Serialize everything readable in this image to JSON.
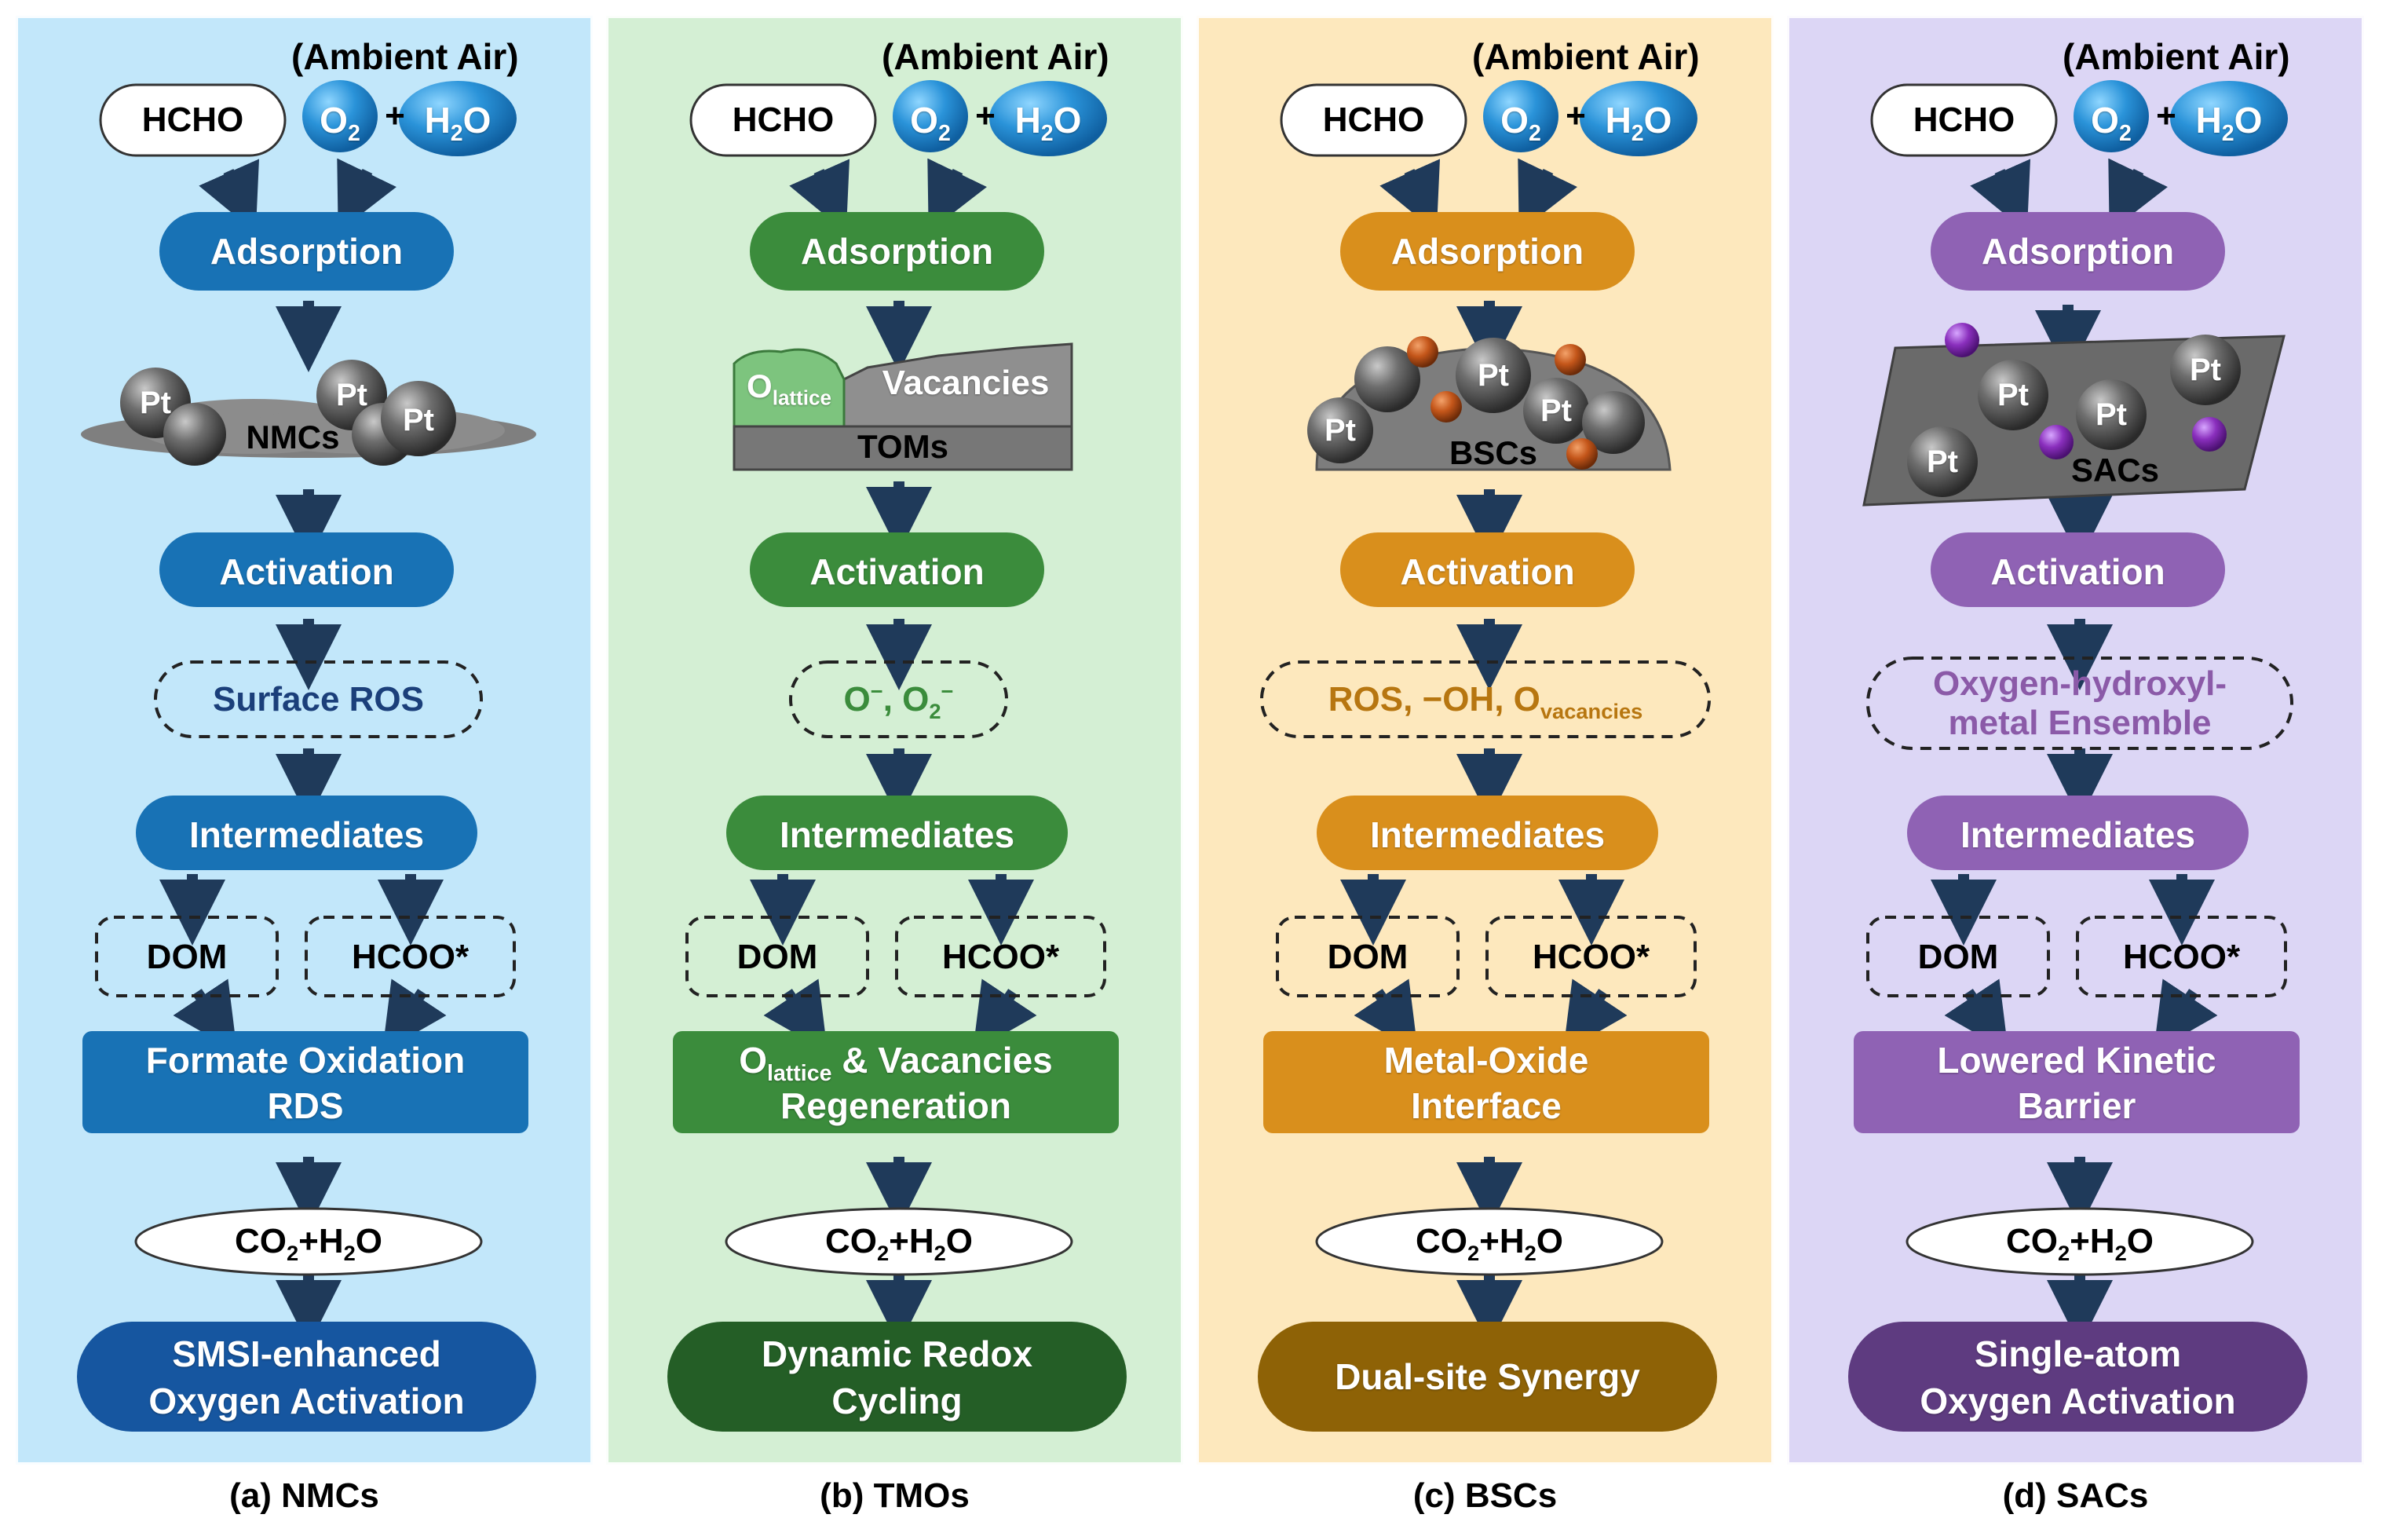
{
  "common": {
    "ambient": "(Ambient Air)",
    "hcho": "HCHO",
    "o2": {
      "main": "O",
      "sub": "2"
    },
    "plus": "+",
    "h2o": {
      "a": "H",
      "sub": "2",
      "b": "O"
    },
    "adsorption": "Adsorption",
    "activation": "Activation",
    "intermediates": "Intermediates",
    "dom": "DOM",
    "hcoo": "HCOO*",
    "product": {
      "a": "CO",
      "sub1": "2",
      "b": "+H",
      "sub2": "2",
      "c": "O"
    },
    "pt": "Pt",
    "o_atom": "O",
    "oh": "-OH"
  },
  "panels": [
    {
      "caption": "(a) NMCs",
      "bg": "#c2e7fa",
      "accent": "#1872b5",
      "final_color": "#1656a0",
      "text_color": "#1b3f7a",
      "support_label": "NMCs",
      "species": "Surface ROS",
      "step": [
        "Formate Oxidation",
        "RDS"
      ],
      "final": [
        "SMSI-enhanced",
        "Oxygen Activation"
      ]
    },
    {
      "caption": "(b) TMOs",
      "bg": "#d4efd4",
      "accent": "#3b8c3c",
      "final_color": "#245e26",
      "text_color": "#3b8c3c",
      "support_label": "TOMs",
      "lattice": {
        "main": "O",
        "sub": "lattice"
      },
      "vacancies": "Vacancies",
      "species": {
        "a": "O",
        "sup1": "−",
        "b": ", O",
        "sub": "2",
        "sup2": "−"
      },
      "step": {
        "o": "O",
        "sub": "lattice",
        "rest": " & Vacancies",
        "line2": "Regeneration"
      },
      "final": [
        "Dynamic Redox",
        "Cycling"
      ]
    },
    {
      "caption": "(c) BSCs",
      "bg": "#fde8bd",
      "accent": "#d98f1c",
      "final_color": "#8e6206",
      "text_color": "#b77610",
      "support_label": "BSCs",
      "species": {
        "a": "ROS, −OH, O",
        "sub": "vacancies"
      },
      "step": [
        "Metal-Oxide",
        "Interface"
      ],
      "final": [
        "Dual-site Synergy"
      ]
    },
    {
      "caption": "(d) SACs",
      "bg": "#dcd6f5",
      "accent": "#8f62b4",
      "final_color": "#5e3b80",
      "text_color": "#8b5aa8",
      "support_label": "SACs",
      "species": [
        "Oxygen-hydroxyl-",
        "metal Ensemble"
      ],
      "step": [
        "Lowered Kinetic",
        "Barrier"
      ],
      "final": [
        "Single-atom",
        "Oxygen Activation"
      ]
    }
  ]
}
